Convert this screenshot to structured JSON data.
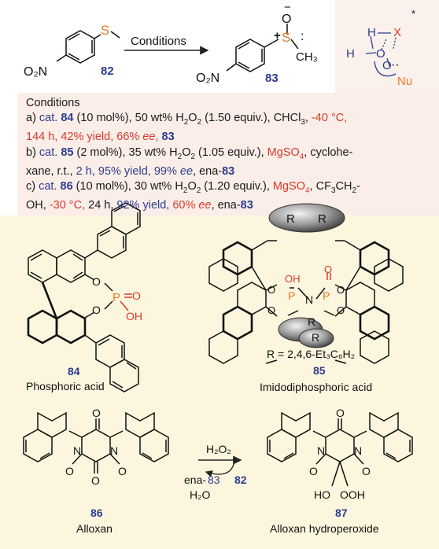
{
  "reaction": {
    "conditions_label": "Conditions",
    "start_num": "82",
    "product_num": "83",
    "no2": "O₂N",
    "s": "S",
    "o_minus": "O",
    "minus": "−",
    "plus": "+",
    "ch3": "CH₃",
    "lone": ":"
  },
  "ts": {
    "h_top": "H",
    "x": "X",
    "star": "*",
    "h_left": "H",
    "o1": "O",
    "o2": "O",
    "nu": "Nu",
    "dots": "··"
  },
  "conditions": {
    "header": "Conditions",
    "a": {
      "p1": "a) ",
      "cat": "cat. ",
      "num": "84",
      "p2": " (10 mol%), 50 wt% H",
      "sub2": "2",
      "o": "O",
      "sub2b": "2",
      "p3": " (1.50 equiv.), CHCl",
      "sub3": "3",
      "p4": ", ",
      "temp": "-40 °C,",
      "l2a": "144 h, 42% yield, 66% ",
      "ee": "ee",
      ",": ", ",
      "prod": "83"
    },
    "b": {
      "p1": "b) ",
      "cat": "cat. ",
      "num": "85",
      "p2": " (2 mol%), 35 wt% H",
      "sub2": "2",
      "o": "O",
      "sub2b": "2",
      "p3": " (1.05 equiv.), ",
      "mg": "MgSO",
      "sub4": "4",
      ",": ", cyclohe-",
      "l2a": "xane, r.t., ",
      "time": "2 h, 95% yield, 99% ",
      "ee": "ee",
      "comma2": ", ena-",
      "prod": "83"
    },
    "c": {
      "p1": "c) ",
      "cat": "cat. ",
      "num": "86",
      "p2": " (10 mol%), 30 wt% H",
      "sub2": "2",
      "o": "O",
      "sub2b": "2",
      "p3": " (1.20 equiv.), ",
      "mg": "MgSO",
      "sub4": "4",
      "p4": ", CF",
      "sub3": "3",
      "p5": "CH",
      "sub2c": "2",
      "p6": "-",
      "l2a": "OH, ",
      "temp": "-30 °C,",
      "p7": " 24 h, ",
      "yld": "92% yield, ",
      "ee1": "60% ",
      "ee": "ee",
      "comma2": ", ena-",
      "prod": "83"
    }
  },
  "catalyst84": {
    "num": "84",
    "name": "Phosphoric acid",
    "o1": "O",
    "o2": "O",
    "p": "P",
    "o3": "O",
    "oh": "OH"
  },
  "catalyst85": {
    "num": "85",
    "name": "Imidodiphosphoric acid",
    "r": "R",
    "r_def": "R = 2,4,6-Et₃C₆H₂",
    "oh": "OH",
    "o": "O",
    "n": "N",
    "p": "P"
  },
  "alloxan": {
    "num": "86",
    "name": "Alloxan",
    "n": "N",
    "o": "O"
  },
  "hydroperoxide": {
    "num": "87",
    "name": "Alloxan hydroperoxide",
    "ho": "HO",
    "ooh": "OOH"
  },
  "cycle": {
    "h2o2": "H₂O₂",
    "ena": "ena-",
    "ena_num": "83",
    "h2o": "H₂O",
    "sub": "82"
  },
  "colors": {
    "blue": "#2b3c8f",
    "red": "#d93a2b",
    "orange": "#e07b2a",
    "panel_pink": "#fbeee8",
    "panel_yellow": "#fdf5dc"
  }
}
